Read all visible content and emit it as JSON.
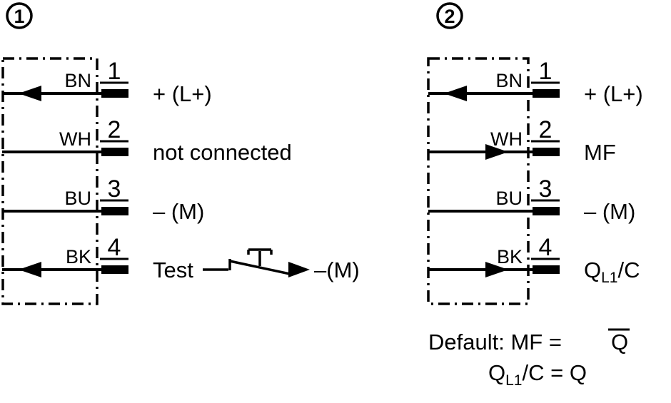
{
  "colors": {
    "line": "#000000",
    "background": "#ffffff"
  },
  "diagram1": {
    "badge": "1",
    "rows": [
      {
        "color": "BN",
        "pin": "1",
        "function": "+ (L+)",
        "arrow": "left"
      },
      {
        "color": "WH",
        "pin": "2",
        "function": "not connected",
        "arrow": "none"
      },
      {
        "color": "BU",
        "pin": "3",
        "function": "– (M)",
        "arrow": "none"
      },
      {
        "color": "BK",
        "pin": "4",
        "function": "Test",
        "arrow": "left",
        "switch_target": "–(M)"
      }
    ]
  },
  "diagram2": {
    "badge": "2",
    "rows": [
      {
        "color": "BN",
        "pin": "1",
        "function": "+ (L+)",
        "arrow": "left"
      },
      {
        "color": "WH",
        "pin": "2",
        "function": "MF",
        "arrow": "right"
      },
      {
        "color": "BU",
        "pin": "3",
        "function": "– (M)",
        "arrow": "none"
      },
      {
        "color": "BK",
        "pin": "4",
        "function_main": "Q",
        "function_sub": "L1",
        "function_suffix": "/C",
        "arrow": "right"
      }
    ],
    "note": {
      "line1_label": "Default: MF =",
      "line1_value": "Q",
      "line2_main": "Q",
      "line2_sub": "L1",
      "line2_rest": "/C = Q"
    }
  }
}
